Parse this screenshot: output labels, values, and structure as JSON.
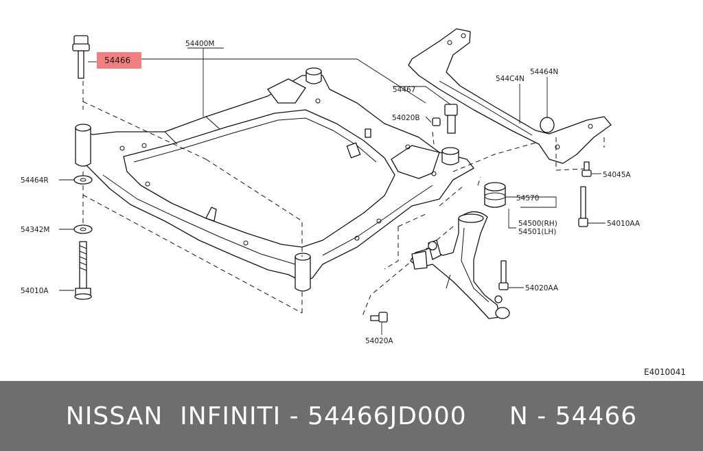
{
  "diagram": {
    "part_labels": {
      "p54466": "54466",
      "p54400M": "54400M",
      "p54467": "54467",
      "p54020B": "54020B",
      "p544C4N": "544C4N",
      "p54464N": "54464N",
      "p54045A": "54045A",
      "p54464R": "54464R",
      "p54570": "54570",
      "p54342M": "54342M",
      "p54500": "54500(RH)",
      "p54501": "54501(LH)",
      "p54010AA": "54010AA",
      "p54010A": "54010A",
      "p54020AA": "54020AA",
      "p54020A": "54020A"
    },
    "figure_code": "E4010041",
    "highlight_color": "#f08080"
  },
  "footer": {
    "text": "NISSAN  INFINITI - 54466JD000     N - 54466",
    "background": "#6e6e6e"
  }
}
